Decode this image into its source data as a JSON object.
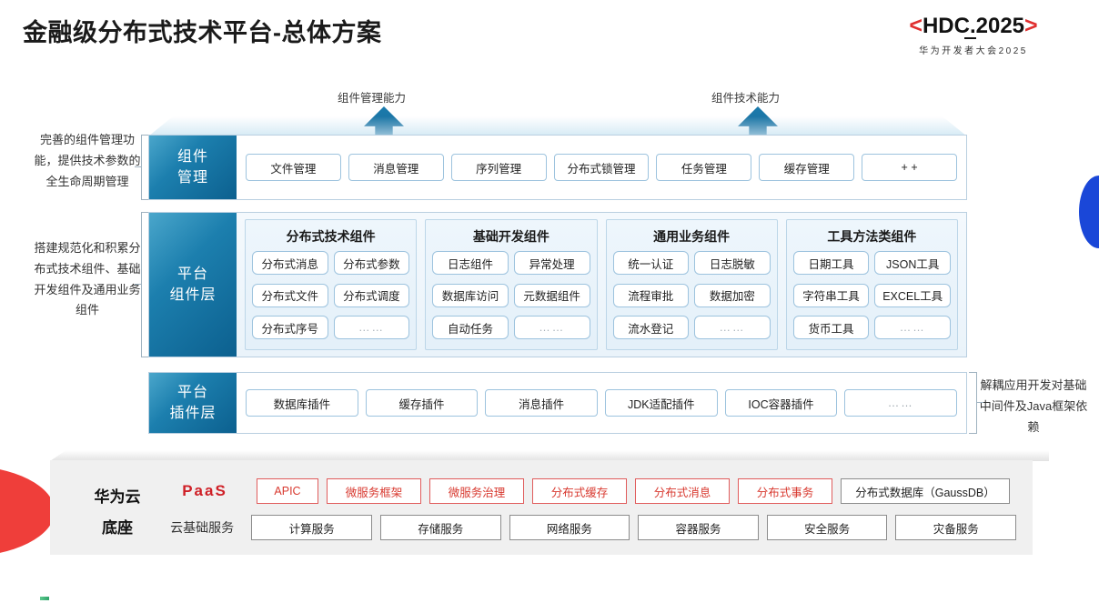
{
  "header": {
    "title": "金融级分布式技术平台-总体方案",
    "logo_main": "HDC.2025",
    "logo_bracket_left": "<",
    "logo_bracket_right": ">",
    "logo_sub": "华为开发者大会2025",
    "accent_red": "#e02f2f"
  },
  "annotations": {
    "arrow_left_label": "组件管理能力",
    "arrow_right_label": "组件技术能力",
    "left_note_1": "完善的组件管理功能，提供技术参数的全生命周期管理",
    "left_note_2": "搭建规范化和积累分布式技术组件、基础开发组件及通用业务组件",
    "right_note": "解耦应用开发对基础中间件及Java框架依赖"
  },
  "layers": {
    "component_management": {
      "label_line1": "组件",
      "label_line2": "管理",
      "items": [
        "文件管理",
        "消息管理",
        "序列管理",
        "分布式锁管理",
        "任务管理",
        "缓存管理",
        "+ +"
      ]
    },
    "platform_component": {
      "label_line1": "平台",
      "label_line2": "组件层",
      "groups": [
        {
          "title": "分布式技术组件",
          "cells": [
            "分布式消息",
            "分布式参数",
            "分布式文件",
            "分布式调度",
            "分布式序号",
            "……"
          ]
        },
        {
          "title": "基础开发组件",
          "cells": [
            "日志组件",
            "异常处理",
            "数据库访问",
            "元数据组件",
            "自动任务",
            "……"
          ]
        },
        {
          "title": "通用业务组件",
          "cells": [
            "统一认证",
            "日志脱敏",
            "流程审批",
            "数据加密",
            "流水登记",
            "……"
          ]
        },
        {
          "title": "工具方法类组件",
          "cells": [
            "日期工具",
            "JSON工具",
            "字符串工具",
            "EXCEL工具",
            "货币工具",
            "……"
          ]
        }
      ]
    },
    "platform_plugin": {
      "label_line1": "平台",
      "label_line2": "插件层",
      "items": [
        "数据库插件",
        "缓存插件",
        "消息插件",
        "JDK适配插件",
        "IOC容器插件",
        "……"
      ]
    }
  },
  "base": {
    "title_line1": "华为云",
    "title_line2": "底座",
    "paas_label": "PaaS",
    "cloud_label": "云基础服务",
    "paas_items": [
      {
        "label": "APIC",
        "style": "red"
      },
      {
        "label": "微服务框架",
        "style": "red"
      },
      {
        "label": "微服务治理",
        "style": "red"
      },
      {
        "label": "分布式缓存",
        "style": "red"
      },
      {
        "label": "分布式消息",
        "style": "red"
      },
      {
        "label": "分布式事务",
        "style": "red"
      },
      {
        "label": "分布式数据库（GaussDB）",
        "style": "gray"
      }
    ],
    "cloud_items": [
      "计算服务",
      "存储服务",
      "网络服务",
      "容器服务",
      "安全服务",
      "灾备服务"
    ]
  }
}
